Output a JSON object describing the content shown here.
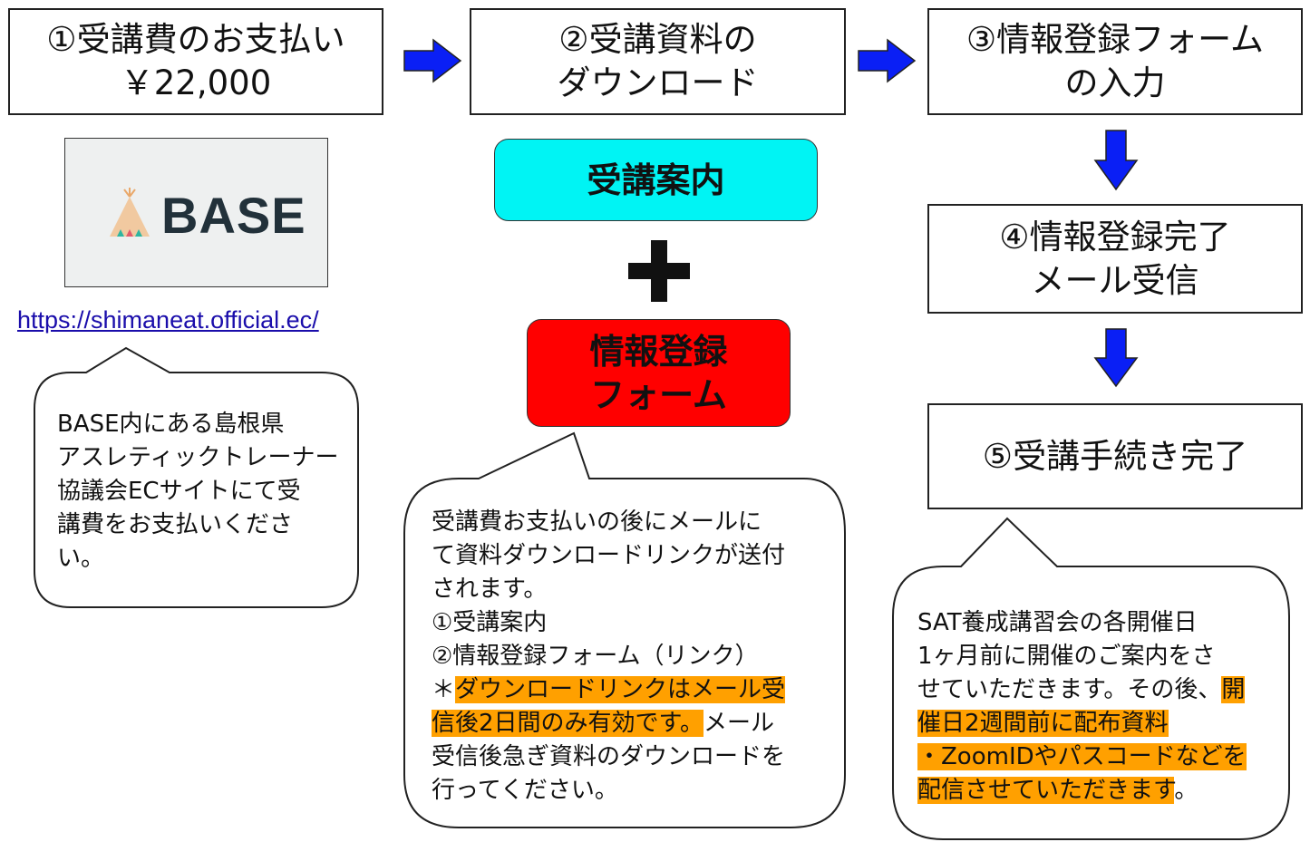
{
  "steps": {
    "s1": {
      "line1": "①受講費のお支払い",
      "line2": "￥22,000"
    },
    "s2": {
      "line1": "②受講資料の",
      "line2": "ダウンロード"
    },
    "s3": {
      "line1": "③情報登録フォーム",
      "line2": "の入力"
    },
    "s4": {
      "line1": "④情報登録完了",
      "line2": "メール受信"
    },
    "s5": {
      "line1": "⑤受講手続き完了"
    }
  },
  "base": {
    "logo_text": "BASE",
    "url": "https://shimaneat.official.ec/",
    "bubble_lines": [
      "BASE内にある島根県",
      "アスレティックトレーナー",
      "協議会ECサイトにて受",
      "講費をお支払いくださ",
      "い。"
    ]
  },
  "materials": {
    "guide_label": "受講案内",
    "plus": "＋",
    "form_line1": "情報登録",
    "form_line2": "フォーム",
    "bubble": {
      "l1": "受講費お支払いの後にメールに",
      "l2": "て資料ダウンロードリンクが送付",
      "l3": "されます。",
      "l4": "①受講案内",
      "l5": "②情報登録フォーム（リンク）",
      "l6_pre": "＊",
      "l6_hl": "ダウンロードリンクはメール受",
      "l7_hl": "信後2日間のみ有効です。",
      "l7_post": "メール",
      "l8": "受信後急ぎ資料のダウンロードを",
      "l9": "行ってください。"
    }
  },
  "final": {
    "bubble": {
      "l1": "SAT養成講習会の各開催日",
      "l2": "1ヶ月前に開催のご案内をさ",
      "l3_pre": "せていただきます。その後、",
      "l3_hl": "開",
      "l4_hl": "催日2週間前に配布資料",
      "l5_hl": "・ZoomIDやパスコードなどを",
      "l6_hl": "配信させていただきます",
      "l6_post": "。"
    }
  },
  "colors": {
    "arrow": "#0a1ff5",
    "guide_fill": "#00f4f4",
    "form_fill": "#ff0000",
    "highlight": "#ffa000"
  }
}
